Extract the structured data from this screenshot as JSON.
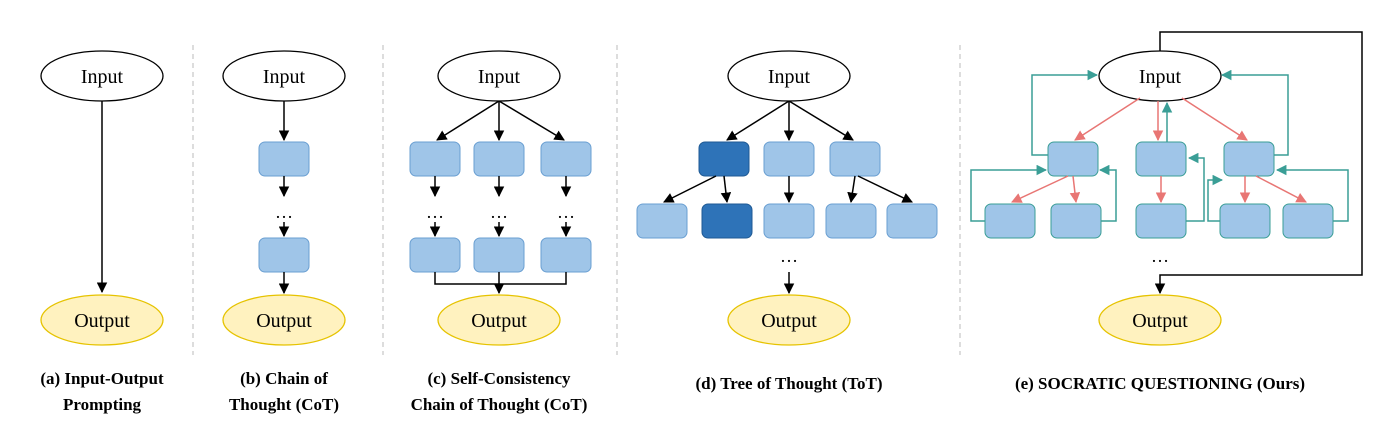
{
  "colors": {
    "box": "#9fc5e8",
    "box_stroke": "#6a9fd2",
    "box_dark": "#2e73b8",
    "box_dark_stroke": "#1f5a94",
    "output_fill": "#fff2bf",
    "output_stroke": "#e6c300",
    "red_arrow": "#e87674",
    "teal_arrow": "#3a9e96",
    "divider": "#bbbbbb"
  },
  "panels": [
    {
      "id": "a",
      "input": "Input",
      "output": "Output",
      "caption": [
        "(a) Input-Output",
        "Prompting"
      ]
    },
    {
      "id": "b",
      "input": "Input",
      "output": "Output",
      "dots": "…",
      "caption": [
        "(b) Chain of",
        "Thought (CoT)"
      ]
    },
    {
      "id": "c",
      "input": "Input",
      "output": "Output",
      "dots": "…",
      "caption": [
        "(c) Self-Consistency",
        "Chain of Thought (CoT)"
      ]
    },
    {
      "id": "d",
      "input": "Input",
      "output": "Output",
      "dots": "…",
      "caption": [
        "(d) Tree of Thought (ToT)"
      ]
    },
    {
      "id": "e",
      "input": "Input",
      "output": "Output",
      "dots": "…",
      "caption": [
        "(e) SOCRATIC QUESTIONING (Ours)"
      ]
    }
  ]
}
